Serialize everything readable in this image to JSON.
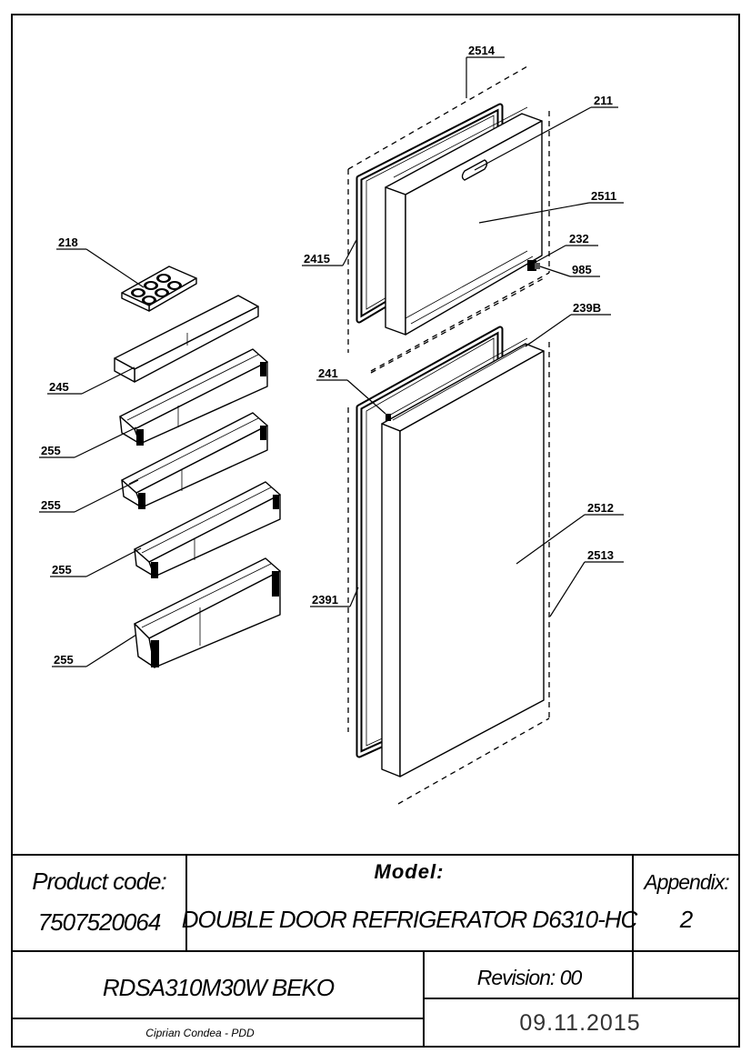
{
  "callouts": {
    "c2514": "2514",
    "c211": "211",
    "c2511": "2511",
    "c218": "218",
    "c2415": "2415",
    "c232": "232",
    "c985": "985",
    "c239b": "239B",
    "c241": "241",
    "c245": "245",
    "c255a": "255",
    "c255b": "255",
    "c255c": "255",
    "c255d": "255",
    "c2512": "2512",
    "c2513": "2513",
    "c2391": "2391"
  },
  "title_block": {
    "product_code_label": "Product code:",
    "product_code_value": "7507520064",
    "model_label": "Model:",
    "model_value": "DOUBLE DOOR REFRIGERATOR D6310-HC",
    "appendix_label": "Appendix:",
    "appendix_value": "2",
    "model_code": "RDSA310M30W BEKO",
    "revision": "Revision: 00",
    "author": "Ciprian Condea - PDD",
    "date": "09.11.2015"
  }
}
